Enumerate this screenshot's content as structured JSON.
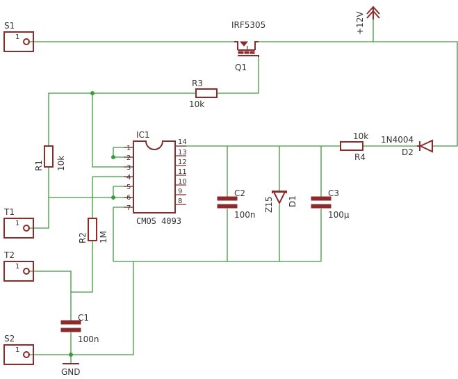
{
  "colors": {
    "wire": "#3c9a3c",
    "component": "#8c2b2b",
    "text": "#333333",
    "background": "#ffffff"
  },
  "connectors": {
    "S1": {
      "name": "S1",
      "pin": "1"
    },
    "T1": {
      "name": "T1",
      "pin": "1"
    },
    "T2": {
      "name": "T2",
      "pin": "1"
    },
    "S2": {
      "name": "S2",
      "pin": "1"
    }
  },
  "q1": {
    "name": "Q1",
    "value": "IRF5305"
  },
  "supply": {
    "label": "+12V"
  },
  "ground": {
    "label": "GND"
  },
  "r3": {
    "name": "R3",
    "value": "10k"
  },
  "r1": {
    "name": "R1",
    "value": "10k"
  },
  "r2": {
    "name": "R2",
    "value": "1M"
  },
  "r4": {
    "name": "R4",
    "value": "10k"
  },
  "d2": {
    "name": "D2",
    "value": "1N4004"
  },
  "d1": {
    "name": "D1",
    "value": "Z15"
  },
  "c1": {
    "name": "C1",
    "value": "100n"
  },
  "c2": {
    "name": "C2",
    "value": "100n"
  },
  "c3": {
    "name": "C3",
    "value": "100µ"
  },
  "ic1": {
    "name": "IC1",
    "value": "CMOS 4093",
    "left_pins": [
      "1",
      "2",
      "3",
      "4",
      "5",
      "6",
      "7"
    ],
    "right_pins": [
      "14",
      "13",
      "12",
      "11",
      "10",
      "9",
      "8"
    ]
  }
}
